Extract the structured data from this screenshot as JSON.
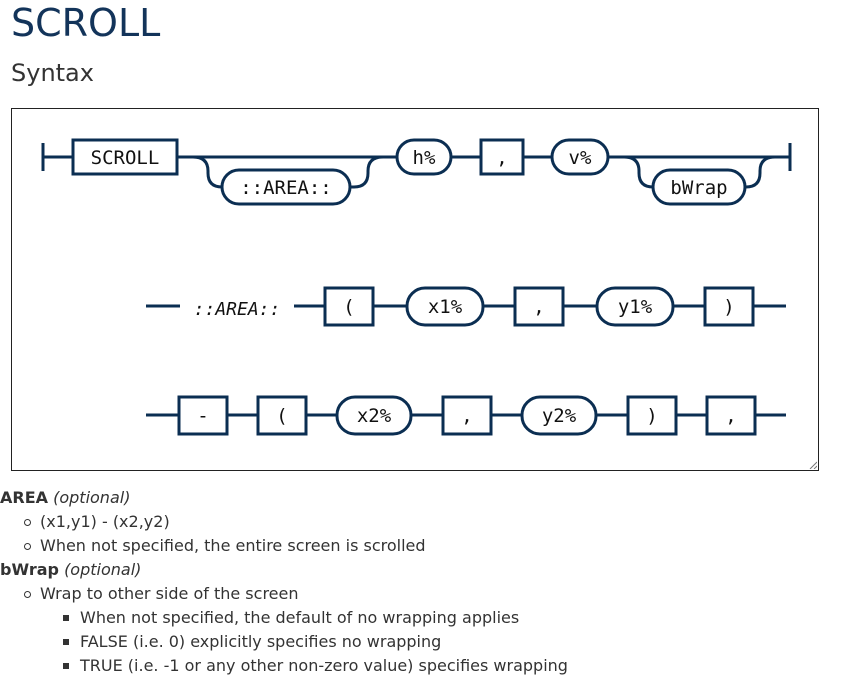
{
  "page": {
    "title": "SCROLL",
    "section": "Syntax"
  },
  "diagram": {
    "row1": {
      "keyword": "SCROLL",
      "area": "::AREA::",
      "h": "h%",
      "comma": ",",
      "v": "v%",
      "bwrap": "bWrap"
    },
    "row2": {
      "label": "::AREA::",
      "lparen": "(",
      "x1": "x1%",
      "comma": ",",
      "y1": "y1%",
      "rparen": ")"
    },
    "row3": {
      "dash": "-",
      "lparen": "(",
      "x2": "x2%",
      "comma": ",",
      "y2": "y2%",
      "rparen": ")",
      "comma2": ","
    }
  },
  "params": [
    {
      "name": "AREA",
      "optional": "(optional)",
      "details": [
        "(x1,y1) - (x2,y2)",
        "When not specified, the entire screen is scrolled"
      ]
    },
    {
      "name": "bWrap",
      "optional": "(optional)",
      "details": [
        "Wrap to other side of the screen"
      ],
      "subdetails": [
        "When not specified, the default of no wrapping applies",
        "FALSE (i.e. 0) explicitly specifies no wrapping",
        "TRUE (i.e. -1 or any other non-zero value) specifies wrapping"
      ]
    }
  ],
  "colors": {
    "title": "#13345a",
    "diagram_stroke": "#0b2e52",
    "text": "#333333"
  }
}
